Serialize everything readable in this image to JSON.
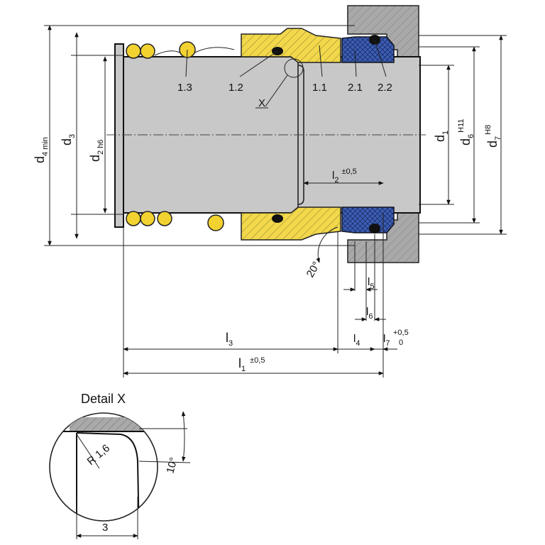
{
  "colors": {
    "shaft": "#c8c8c8",
    "spring": "#f2d230",
    "rotating_part": "#f2d84a",
    "stationary_seat": "#3c5fb4",
    "housing": "#a9a9a9",
    "oring": "#111111",
    "line": "#222222"
  },
  "labels": {
    "part_1_3": "1.3",
    "part_1_2": "1.2",
    "part_1_1": "1.1",
    "part_2_1": "2.1",
    "part_2_2": "2.2",
    "detail_ref": "X",
    "d4": "d",
    "d4_sub": "4 min",
    "d3": "d",
    "d3_sub": "3",
    "d2": "d",
    "d2_sub": "2 h6",
    "d1": "d",
    "d1_sub": "1",
    "d6": "d",
    "d6_sub": "6",
    "d6_sup": "H11",
    "d7": "d",
    "d7_sub": "7",
    "d7_sup": "H8",
    "l2": "l",
    "l2_sub": "2",
    "l2_tol": "±0,5",
    "angle_20": "20°",
    "l5": "l",
    "l5_sub": "5",
    "l6": "l",
    "l6_sub": "6",
    "l3": "l",
    "l3_sub": "3",
    "l4": "l",
    "l4_sub": "4",
    "l7": "l",
    "l7_sub": "7",
    "l7_tol_upper": "+0,5",
    "l7_tol_lower": "0",
    "l1": "l",
    "l1_sub": "1",
    "l1_tol": "±0,5",
    "detail_title": "Detail X",
    "radius": "R 1,6",
    "angle_10": "10°",
    "dim_3": "3"
  }
}
